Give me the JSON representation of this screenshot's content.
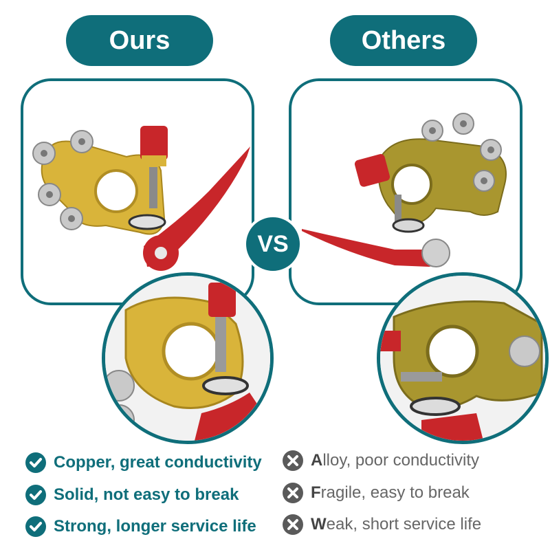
{
  "colors": {
    "brand_teal": "#0f6e7a",
    "gold": "#d4b12c",
    "red": "#c8262a",
    "grey": "#5a5a5a"
  },
  "headers": {
    "ours": "Ours",
    "others": "Others"
  },
  "vs_label": "VS",
  "ours_features": [
    {
      "first": "C",
      "rest": "opper, great conductivity",
      "icon": "check-circle-icon"
    },
    {
      "first": "S",
      "rest": "olid, not easy to break",
      "icon": "check-circle-icon"
    },
    {
      "first": "S",
      "rest": "trong, longer service life",
      "icon": "check-circle-icon"
    }
  ],
  "others_features": [
    {
      "first": "A",
      "rest": "lloy, poor conductivity",
      "icon": "x-circle-icon"
    },
    {
      "first": "F",
      "rest": "ragile, easy to break",
      "icon": "x-circle-icon"
    },
    {
      "first": "W",
      "rest": "eak, short service life",
      "icon": "x-circle-icon"
    }
  ]
}
